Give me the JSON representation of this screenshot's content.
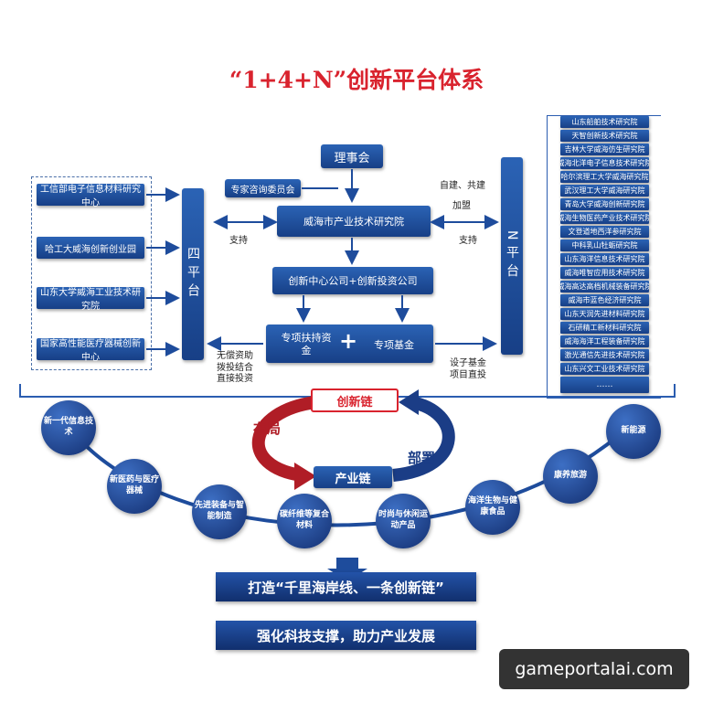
{
  "title": "“1+4+N”创新平台体系",
  "council": "理事会",
  "advisory": "专家咨询委员会",
  "institute": "威海市产业技术研究院",
  "company": "创新中心公司+创新投资公司",
  "special_support": "专项扶持资金",
  "plus": "+",
  "special_fund": "专项基金",
  "four_platform": "四平台",
  "n_platform": "N平台",
  "support_left": "支持",
  "support_right": "支持",
  "self_build": "自建、共建",
  "join": "加盟",
  "free_funding": "无偿资助 拨投结合 直接投资",
  "set_fund": "设子基金 项目直投",
  "innovation_chain": "创新链",
  "layout_label": "布局",
  "deploy_label": "部署",
  "industry_chain": "产业链",
  "four_platforms": [
    "工信部电子信息材料研究中心",
    "哈工大威海创新创业园",
    "山东大学威海工业技术研究院",
    "国家高性能医疗器械创新中心"
  ],
  "n_platforms": [
    "山东船舶技术研究院",
    "天智创新技术研究院",
    "吉林大学威海仿生研究院",
    "威海北洋电子信息技术研究院",
    "哈尔滨理工大学威海研究院",
    "武汉理工大学威海研究院",
    "青岛大学威海创新研究院",
    "威海生物医药产业技术研究院",
    "文登道地西洋参研究院",
    "中科乳山牡蛎研究院",
    "山东海洋信息技术研究院",
    "威海唯智应用技术研究院",
    "威海高达高档机械装备研究院",
    "威海市蓝色经济研究院",
    "山东天润先进材料研究院",
    "石研精工新材料研究院",
    "威海海洋工程装备研究院",
    "激光通信先进技术研究院",
    "山东兴文工业技术研究院",
    "……"
  ],
  "industries": [
    "新一代信息技术",
    "新医药与医疗器械",
    "先进装备与智能制造",
    "碳纤维等复合材料",
    "时尚与休闲运动产品",
    "海洋生物与健康食品",
    "康养旅游",
    "新能源"
  ],
  "slogan1": "打造“千里海岸线、一条创新链”",
  "slogan2": "强化科技支撑，助力产业发展",
  "watermark": "gameportalai.com",
  "colors": {
    "red": "#d9232e",
    "blue": "#1e4c9c",
    "dark_blue": "#132f70"
  }
}
